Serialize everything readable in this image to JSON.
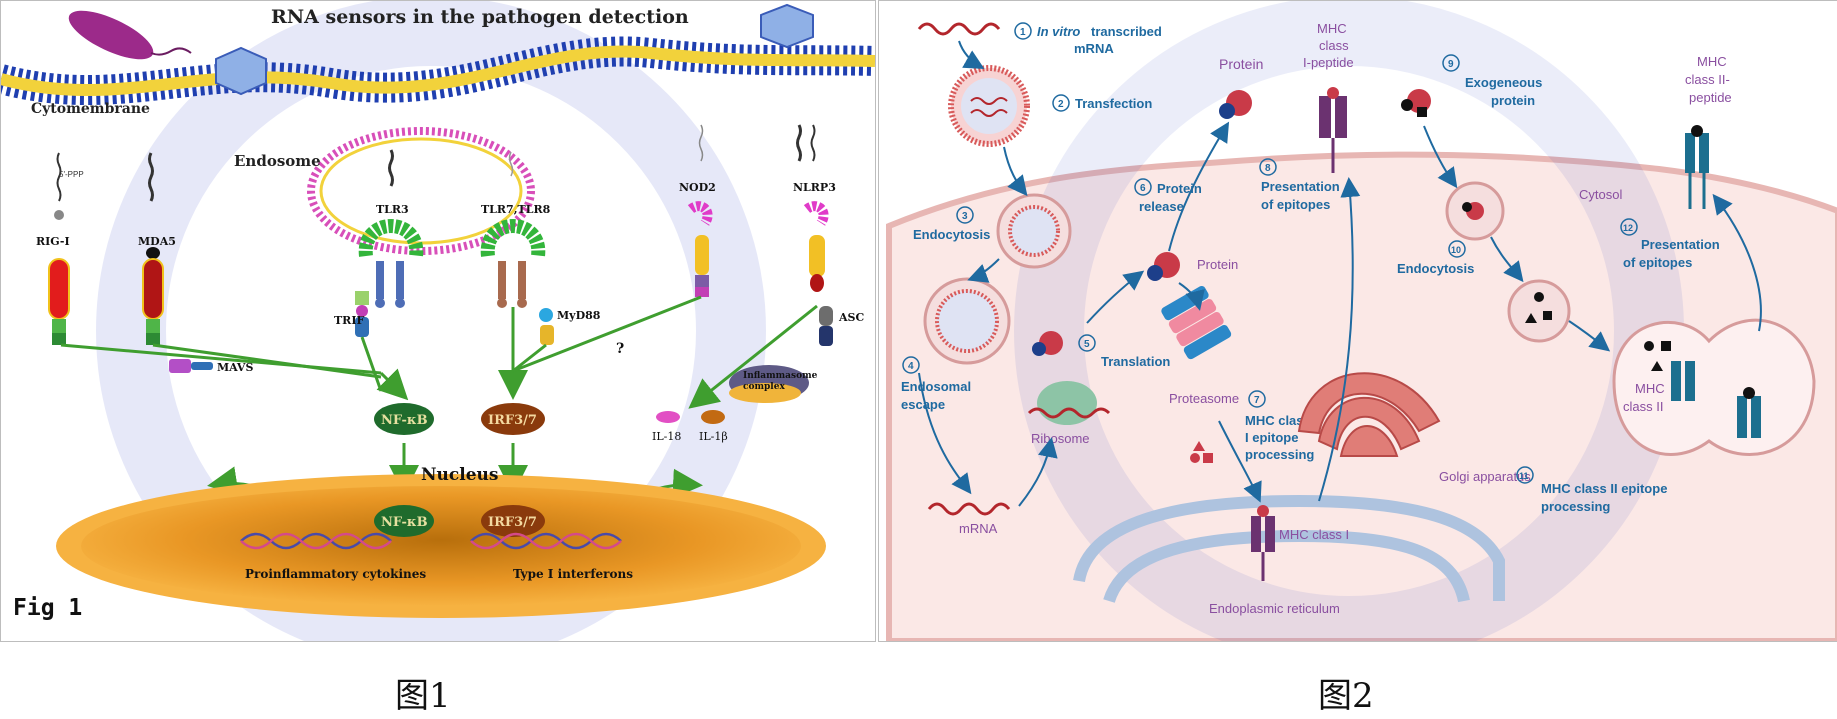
{
  "figure1": {
    "title": "RNA sensors in the pathogen detection",
    "cytomembrane": "Cytomembrane",
    "endosome": "Endosome",
    "nucleus": "Nucleus",
    "fig_label": "Fig 1",
    "caption": "图1",
    "receptors": {
      "rig1": "RIG-I",
      "rig1_ligand": "5'-PPP",
      "mda5": "MDA5",
      "tlr3": "TLR3",
      "tlr78": "TLR7,TLR8",
      "nod2": "NOD2",
      "nlrp3": "NLRP3"
    },
    "adaptors": {
      "trif": "TRIF",
      "myd88": "MyD88",
      "asc": "ASC",
      "mavs": "MAVS",
      "question": "?"
    },
    "inflammasome": [
      "Inflammasome",
      "complex"
    ],
    "cytokines": {
      "il18": "IL-18",
      "il1b": "IL-1β"
    },
    "factors": {
      "nfkb": "NF-κB",
      "nfkb_nuclear": "NF-κB",
      "irf": "IRF3/7",
      "irf_nuclear": "IRF3/7"
    },
    "outputs": {
      "proinflammatory": "Proinflammatory cytokines",
      "interferons": "Type I interferons"
    },
    "colors": {
      "membrane": "#f2d23b",
      "endosome_ring": "#d84fb9",
      "nucleus": "#f0a22a",
      "arrow": "#3f9e2f",
      "receptor_green": "#33b53b"
    }
  },
  "figure2": {
    "caption": "图2",
    "steps": {
      "s1_num": "1",
      "s1_italic": "In vitro",
      "s1_rest": "transcribed",
      "s1_line2": "mRNA",
      "s2_num": "2",
      "s2": "Transfection",
      "s3_num": "3",
      "s3": "Endocytosis",
      "s4_num": "4",
      "s4": [
        "Endosomal",
        "escape"
      ],
      "s5_num": "5",
      "s5": "Translation",
      "s6_num": "6",
      "s6": [
        "Protein",
        "release"
      ],
      "s7_num": "7",
      "s7": [
        "MHC class",
        "I epitope",
        "processing"
      ],
      "s8_num": "8",
      "s8": [
        "Presentation",
        "of epitopes"
      ],
      "s9_num": "9",
      "s9": [
        "Exogeneous",
        "protein"
      ],
      "s10_num": "10",
      "s10": "Endocytosis",
      "s11_num": "11",
      "s11": [
        "MHC class II epitope",
        "processing"
      ],
      "s12_num": "12",
      "s12": [
        "Presentation",
        "of epitopes"
      ]
    },
    "labels": {
      "mrna": "mRNA",
      "ribosome": "Ribosome",
      "protein_inner": "Protein",
      "protein_outer": "Protein",
      "proteasome": "Proteasome",
      "golgi": "Golgi apparatus",
      "er": "Endoplasmic reticulum",
      "mhc1": "MHC class I",
      "mhc1_peptide": [
        "MHC",
        "class",
        "I-peptide"
      ],
      "mhc2_peptide": [
        "MHC",
        "class II-",
        "peptide"
      ],
      "mhc2": [
        "MHC",
        "class II"
      ],
      "cytosol": "Cytosol"
    },
    "colors": {
      "step_blue": "#1f6aa0",
      "label_purple": "#8a4fa0",
      "cell_fill": "#fbe8e6",
      "rna_red": "#b3262c",
      "mhc2_teal": "#1c6f8f",
      "mhc1_purple": "#6b3270"
    }
  }
}
